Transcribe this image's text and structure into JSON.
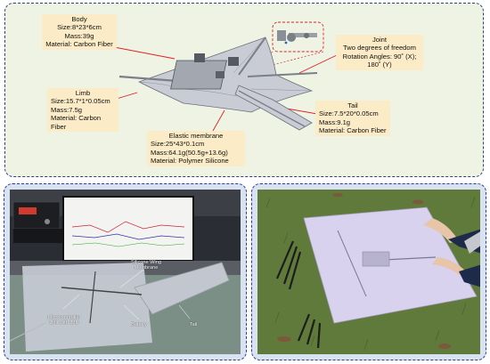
{
  "callouts": {
    "body": {
      "title": "Body",
      "lines": [
        "Size:8*23*6cm",
        "Mass:39g",
        "Material: Carbon Fiber"
      ]
    },
    "joint": {
      "title": "Joint",
      "lines": [
        "Two degrees of freedom",
        "Rotation Angles: 90˚ (X);",
        "180˚ (Y)"
      ]
    },
    "limb": {
      "title": "Limb",
      "lines": [
        "Size:15.7*1*0.05cm",
        "Mass:7.5g",
        "Material: Carbon Fiber"
      ]
    },
    "tail": {
      "title": "Tail",
      "lines": [
        "Size:7.5*20*0.05cm",
        "Mass:9.1g",
        "Material: Carbon Fiber"
      ]
    },
    "membrane": {
      "title": "Elastic membrane",
      "lines": [
        "Size:25*43*0.1cm",
        "Mass:64.1g(50.5g+13.6g)",
        "Material: Polymer Silicone"
      ]
    }
  },
  "photo_labels": {
    "wing_membrane": [
      "Silicone Wing",
      "Membrane"
    ],
    "microcontroller": [
      "Microcontroller",
      "Unit with IMU"
    ],
    "battery": "Battery",
    "tail": "Tail"
  },
  "colors": {
    "panel_border": "#2b3f8c",
    "top_panel_bg": "#eef3e4",
    "callout_bg": "#fbecc7",
    "leader_line": "#e02020",
    "membrane": "#c9ccd4",
    "grass": "#5f7a3a",
    "photo_membrane": "#d9d2ee"
  }
}
